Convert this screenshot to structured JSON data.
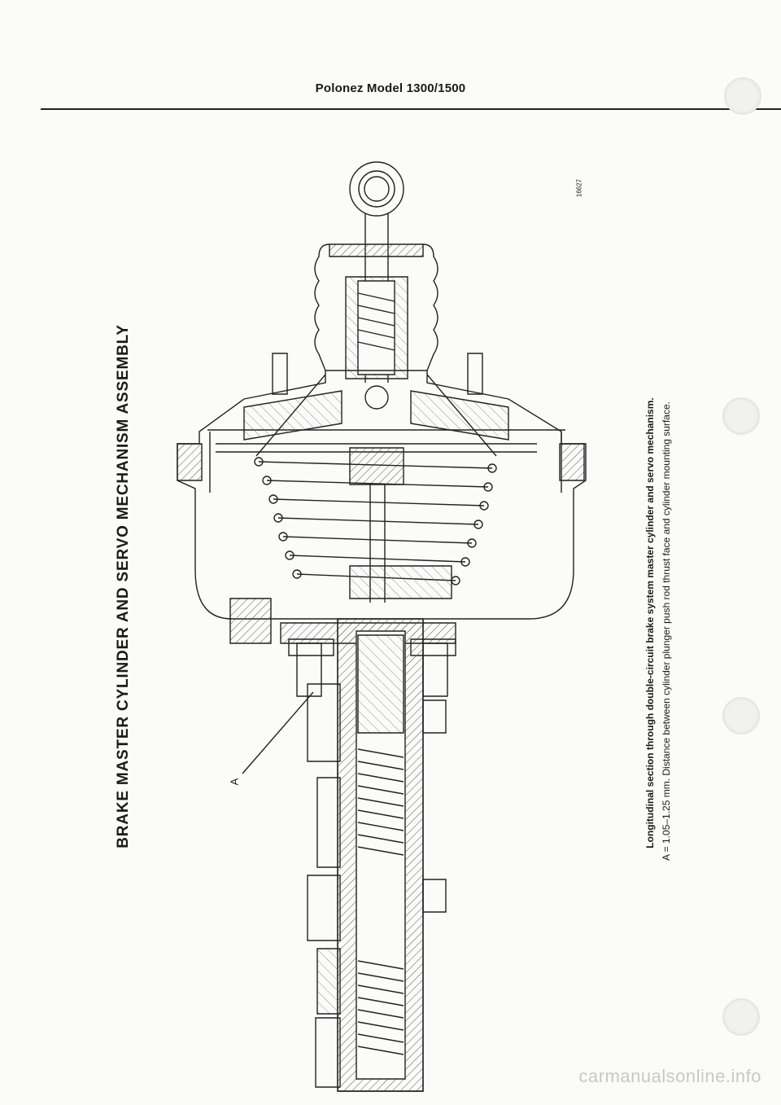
{
  "page": {
    "header": "Polonez Model 1300/1500",
    "title": "BRAKE MASTER CYLINDER AND SERVO MECHANISM ASSEMBLY",
    "figure_number": "16627",
    "label_a": "A",
    "caption_bold": "Longitudinal section through double-circuit brake system master cylinder and servo mechanism.",
    "caption_text": "A = 1.05–1.25 mm. Distance between cylinder plunger push rod thrust face and cylinder mounting surface.",
    "watermark": "carmanualsonline.info"
  }
}
